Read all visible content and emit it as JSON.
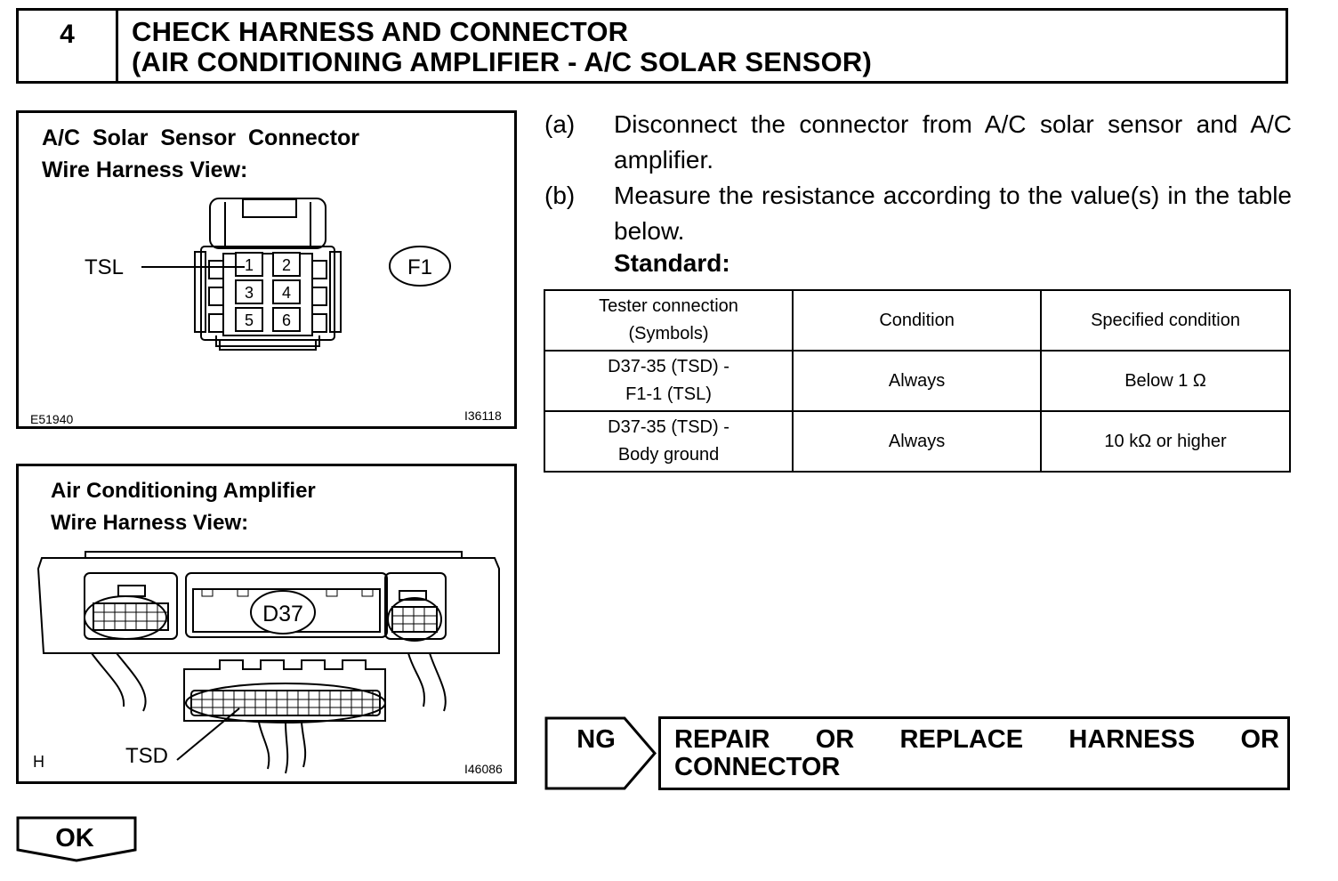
{
  "step": {
    "number": "4",
    "title_line1": "CHECK HARNESS AND CONNECTOR",
    "title_line2": "(AIR CONDITIONING AMPLIFIER - A/C SOLAR SENSOR)"
  },
  "solar_figure": {
    "title_line1": "A/C  Solar  Sensor  Connector",
    "title_line2": "Wire Harness View:",
    "terminal_callout": "TSL",
    "connector_id": "F1",
    "pins": [
      "1",
      "2",
      "3",
      "4",
      "5",
      "6"
    ],
    "code_left": "E51940",
    "code_right": "I36118"
  },
  "amp_figure": {
    "title_line1": "Air Conditioning Amplifier",
    "title_line2": "Wire Harness View:",
    "connector_id": "D37",
    "terminal_callout": "TSD",
    "code_left": "H",
    "code_right": "I46086"
  },
  "instructions": [
    {
      "label": "(a)",
      "text": "Disconnect the connector from A/C solar sensor and A/C amplifier."
    },
    {
      "label": "(b)",
      "text": "Measure the resistance according to the value(s) in the table below."
    }
  ],
  "standard_label": "Standard:",
  "table": {
    "headers": [
      "Tester connection",
      "(Symbols)",
      "Condition",
      "Specified condition"
    ],
    "rows": [
      {
        "conn1": "D37-35 (TSD) -",
        "conn2": "F1-1 (TSL)",
        "condition": "Always",
        "spec": "Below 1 Ω"
      },
      {
        "conn1": "D37-35 (TSD) -",
        "conn2": "Body ground",
        "condition": "Always",
        "spec": "10 kΩ or higher"
      }
    ]
  },
  "ng": {
    "label": "NG",
    "action_text": "REPAIR OR REPLACE HARNESS OR CONNECTOR"
  },
  "ok": {
    "label": "OK"
  }
}
